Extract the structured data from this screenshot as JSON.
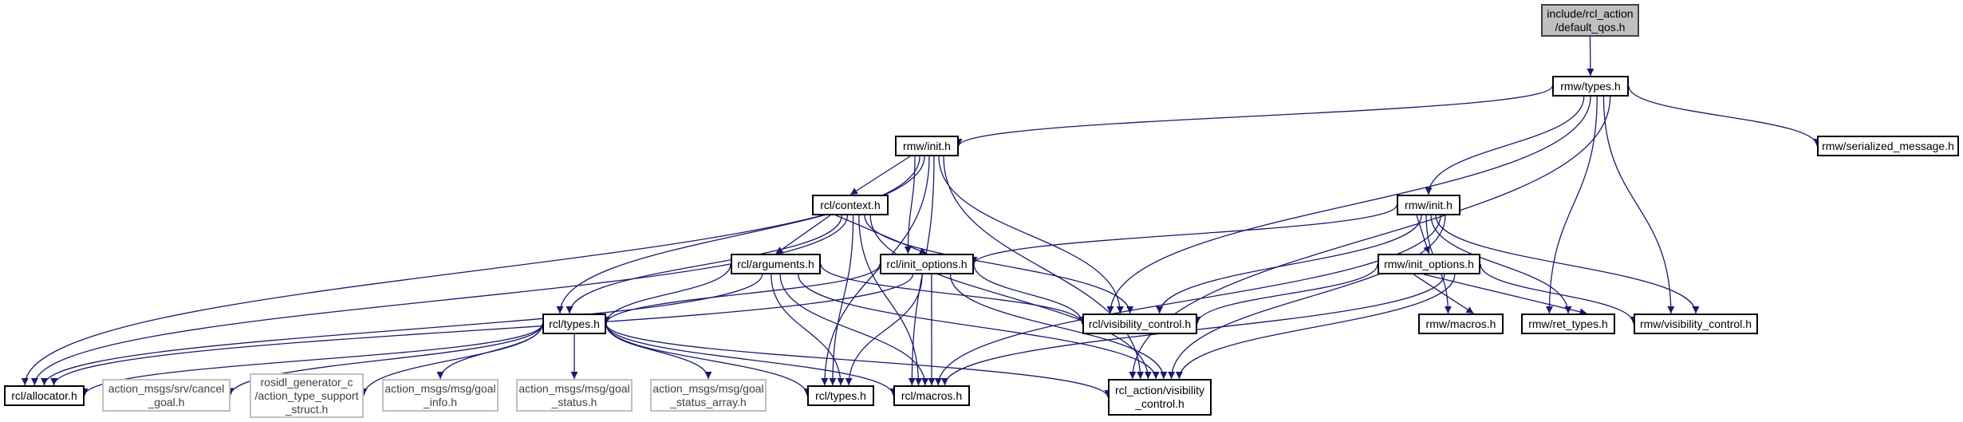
{
  "title": "include/rcl_action/default_qos.h include dependency graph",
  "colors": {
    "edge": "#191970",
    "node_border": "#000000",
    "root_fill": "#bfbfbf",
    "external_border": "#bfbfbf"
  },
  "nodes": {
    "root": {
      "label": "include/rcl_action\n/default_qos.h",
      "kind": "root"
    },
    "rmw_types": {
      "label": "rmw/types.h",
      "kind": "documented"
    },
    "rmw_init_a": {
      "label": "rmw/init.h",
      "kind": "documented"
    },
    "rmw_serialized_message": {
      "label": "rmw/serialized_message.h",
      "kind": "documented"
    },
    "rcl_context": {
      "label": "rcl/context.h",
      "kind": "documented"
    },
    "rmw_init_b": {
      "label": "rmw/init.h",
      "kind": "documented"
    },
    "rcl_arguments": {
      "label": "rcl/arguments.h",
      "kind": "documented"
    },
    "rcl_init_options": {
      "label": "rcl/init_options.h",
      "kind": "documented"
    },
    "rmw_init_options": {
      "label": "rmw/init_options.h",
      "kind": "documented"
    },
    "rcl_types_mid": {
      "label": "rcl/types.h",
      "kind": "documented"
    },
    "rcl_visibility_control": {
      "label": "rcl/visibility_control.h",
      "kind": "documented"
    },
    "rmw_macros": {
      "label": "rmw/macros.h",
      "kind": "documented"
    },
    "rmw_ret_types": {
      "label": "rmw/ret_types.h",
      "kind": "documented"
    },
    "rmw_visibility_control": {
      "label": "rmw/visibility_control.h",
      "kind": "documented"
    },
    "rcl_allocator": {
      "label": "rcl/allocator.h",
      "kind": "documented"
    },
    "cancel_goal": {
      "label": "action_msgs/srv/cancel\n_goal.h",
      "kind": "external"
    },
    "rosidl_struct": {
      "label": "rosidl_generator_c\n/action_type_support\n_struct.h",
      "kind": "external"
    },
    "goal_info": {
      "label": "action_msgs/msg/goal\n_info.h",
      "kind": "external"
    },
    "goal_status": {
      "label": "action_msgs/msg/goal\n_status.h",
      "kind": "external"
    },
    "goal_status_array": {
      "label": "action_msgs/msg/goal\n_status_array.h",
      "kind": "external"
    },
    "rcl_types_bot": {
      "label": "rcl/types.h",
      "kind": "documented"
    },
    "rcl_macros": {
      "label": "rcl/macros.h",
      "kind": "documented"
    },
    "rcl_action_visibility": {
      "label": "rcl_action/visibility\n_control.h",
      "kind": "documented"
    }
  },
  "edges": [
    [
      "root",
      "rmw_types"
    ],
    [
      "rmw_types",
      "rmw_init_a"
    ],
    [
      "rmw_types",
      "rmw_serialized_message"
    ],
    [
      "rmw_types",
      "rmw_init_b"
    ],
    [
      "rmw_types",
      "rcl_visibility_control"
    ],
    [
      "rmw_types",
      "rmw_ret_types"
    ],
    [
      "rmw_types",
      "rmw_visibility_control"
    ],
    [
      "rmw_types",
      "rcl_action_visibility"
    ],
    [
      "rmw_init_a",
      "rcl_context"
    ],
    [
      "rmw_init_a",
      "rcl_init_options"
    ],
    [
      "rmw_init_a",
      "rcl_types_mid"
    ],
    [
      "rmw_init_a",
      "rcl_allocator"
    ],
    [
      "rmw_init_a",
      "rcl_types_bot"
    ],
    [
      "rmw_init_a",
      "rcl_macros"
    ],
    [
      "rmw_init_a",
      "rcl_visibility_control"
    ],
    [
      "rmw_init_a",
      "rcl_action_visibility"
    ],
    [
      "rcl_context",
      "rcl_arguments"
    ],
    [
      "rcl_context",
      "rcl_init_options"
    ],
    [
      "rcl_context",
      "rcl_types_mid"
    ],
    [
      "rcl_context",
      "rcl_allocator"
    ],
    [
      "rcl_context",
      "rcl_types_bot"
    ],
    [
      "rcl_context",
      "rcl_macros"
    ],
    [
      "rcl_context",
      "rcl_visibility_control"
    ],
    [
      "rcl_context",
      "rcl_action_visibility"
    ],
    [
      "rcl_arguments",
      "rcl_types_mid"
    ],
    [
      "rcl_arguments",
      "rcl_allocator"
    ],
    [
      "rcl_arguments",
      "rcl_types_bot"
    ],
    [
      "rcl_arguments",
      "rcl_macros"
    ],
    [
      "rcl_arguments",
      "rcl_visibility_control"
    ],
    [
      "rcl_arguments",
      "rcl_action_visibility"
    ],
    [
      "rcl_init_options",
      "rcl_types_mid"
    ],
    [
      "rcl_init_options",
      "rcl_allocator"
    ],
    [
      "rcl_init_options",
      "rcl_types_bot"
    ],
    [
      "rcl_init_options",
      "rcl_macros"
    ],
    [
      "rcl_init_options",
      "rcl_visibility_control"
    ],
    [
      "rcl_init_options",
      "rcl_action_visibility"
    ],
    [
      "rmw_init_b",
      "rcl_init_options"
    ],
    [
      "rmw_init_b",
      "rmw_init_options"
    ],
    [
      "rmw_init_b",
      "rcl_visibility_control"
    ],
    [
      "rmw_init_b",
      "rmw_macros"
    ],
    [
      "rmw_init_b",
      "rmw_ret_types"
    ],
    [
      "rmw_init_b",
      "rmw_visibility_control"
    ],
    [
      "rmw_init_b",
      "rcl_macros"
    ],
    [
      "rmw_init_b",
      "rcl_action_visibility"
    ],
    [
      "rmw_init_options",
      "rcl_visibility_control"
    ],
    [
      "rmw_init_options",
      "rmw_macros"
    ],
    [
      "rmw_init_options",
      "rmw_ret_types"
    ],
    [
      "rmw_init_options",
      "rmw_visibility_control"
    ],
    [
      "rmw_init_options",
      "rcl_macros"
    ],
    [
      "rmw_init_options",
      "rcl_action_visibility"
    ],
    [
      "rcl_types_mid",
      "rcl_allocator"
    ],
    [
      "rcl_types_mid",
      "cancel_goal"
    ],
    [
      "rcl_types_mid",
      "rosidl_struct"
    ],
    [
      "rcl_types_mid",
      "goal_info"
    ],
    [
      "rcl_types_mid",
      "goal_status"
    ],
    [
      "rcl_types_mid",
      "goal_status_array"
    ],
    [
      "rcl_types_mid",
      "rcl_types_bot"
    ],
    [
      "rcl_types_mid",
      "rcl_macros"
    ],
    [
      "rcl_types_mid",
      "rcl_action_visibility"
    ]
  ]
}
